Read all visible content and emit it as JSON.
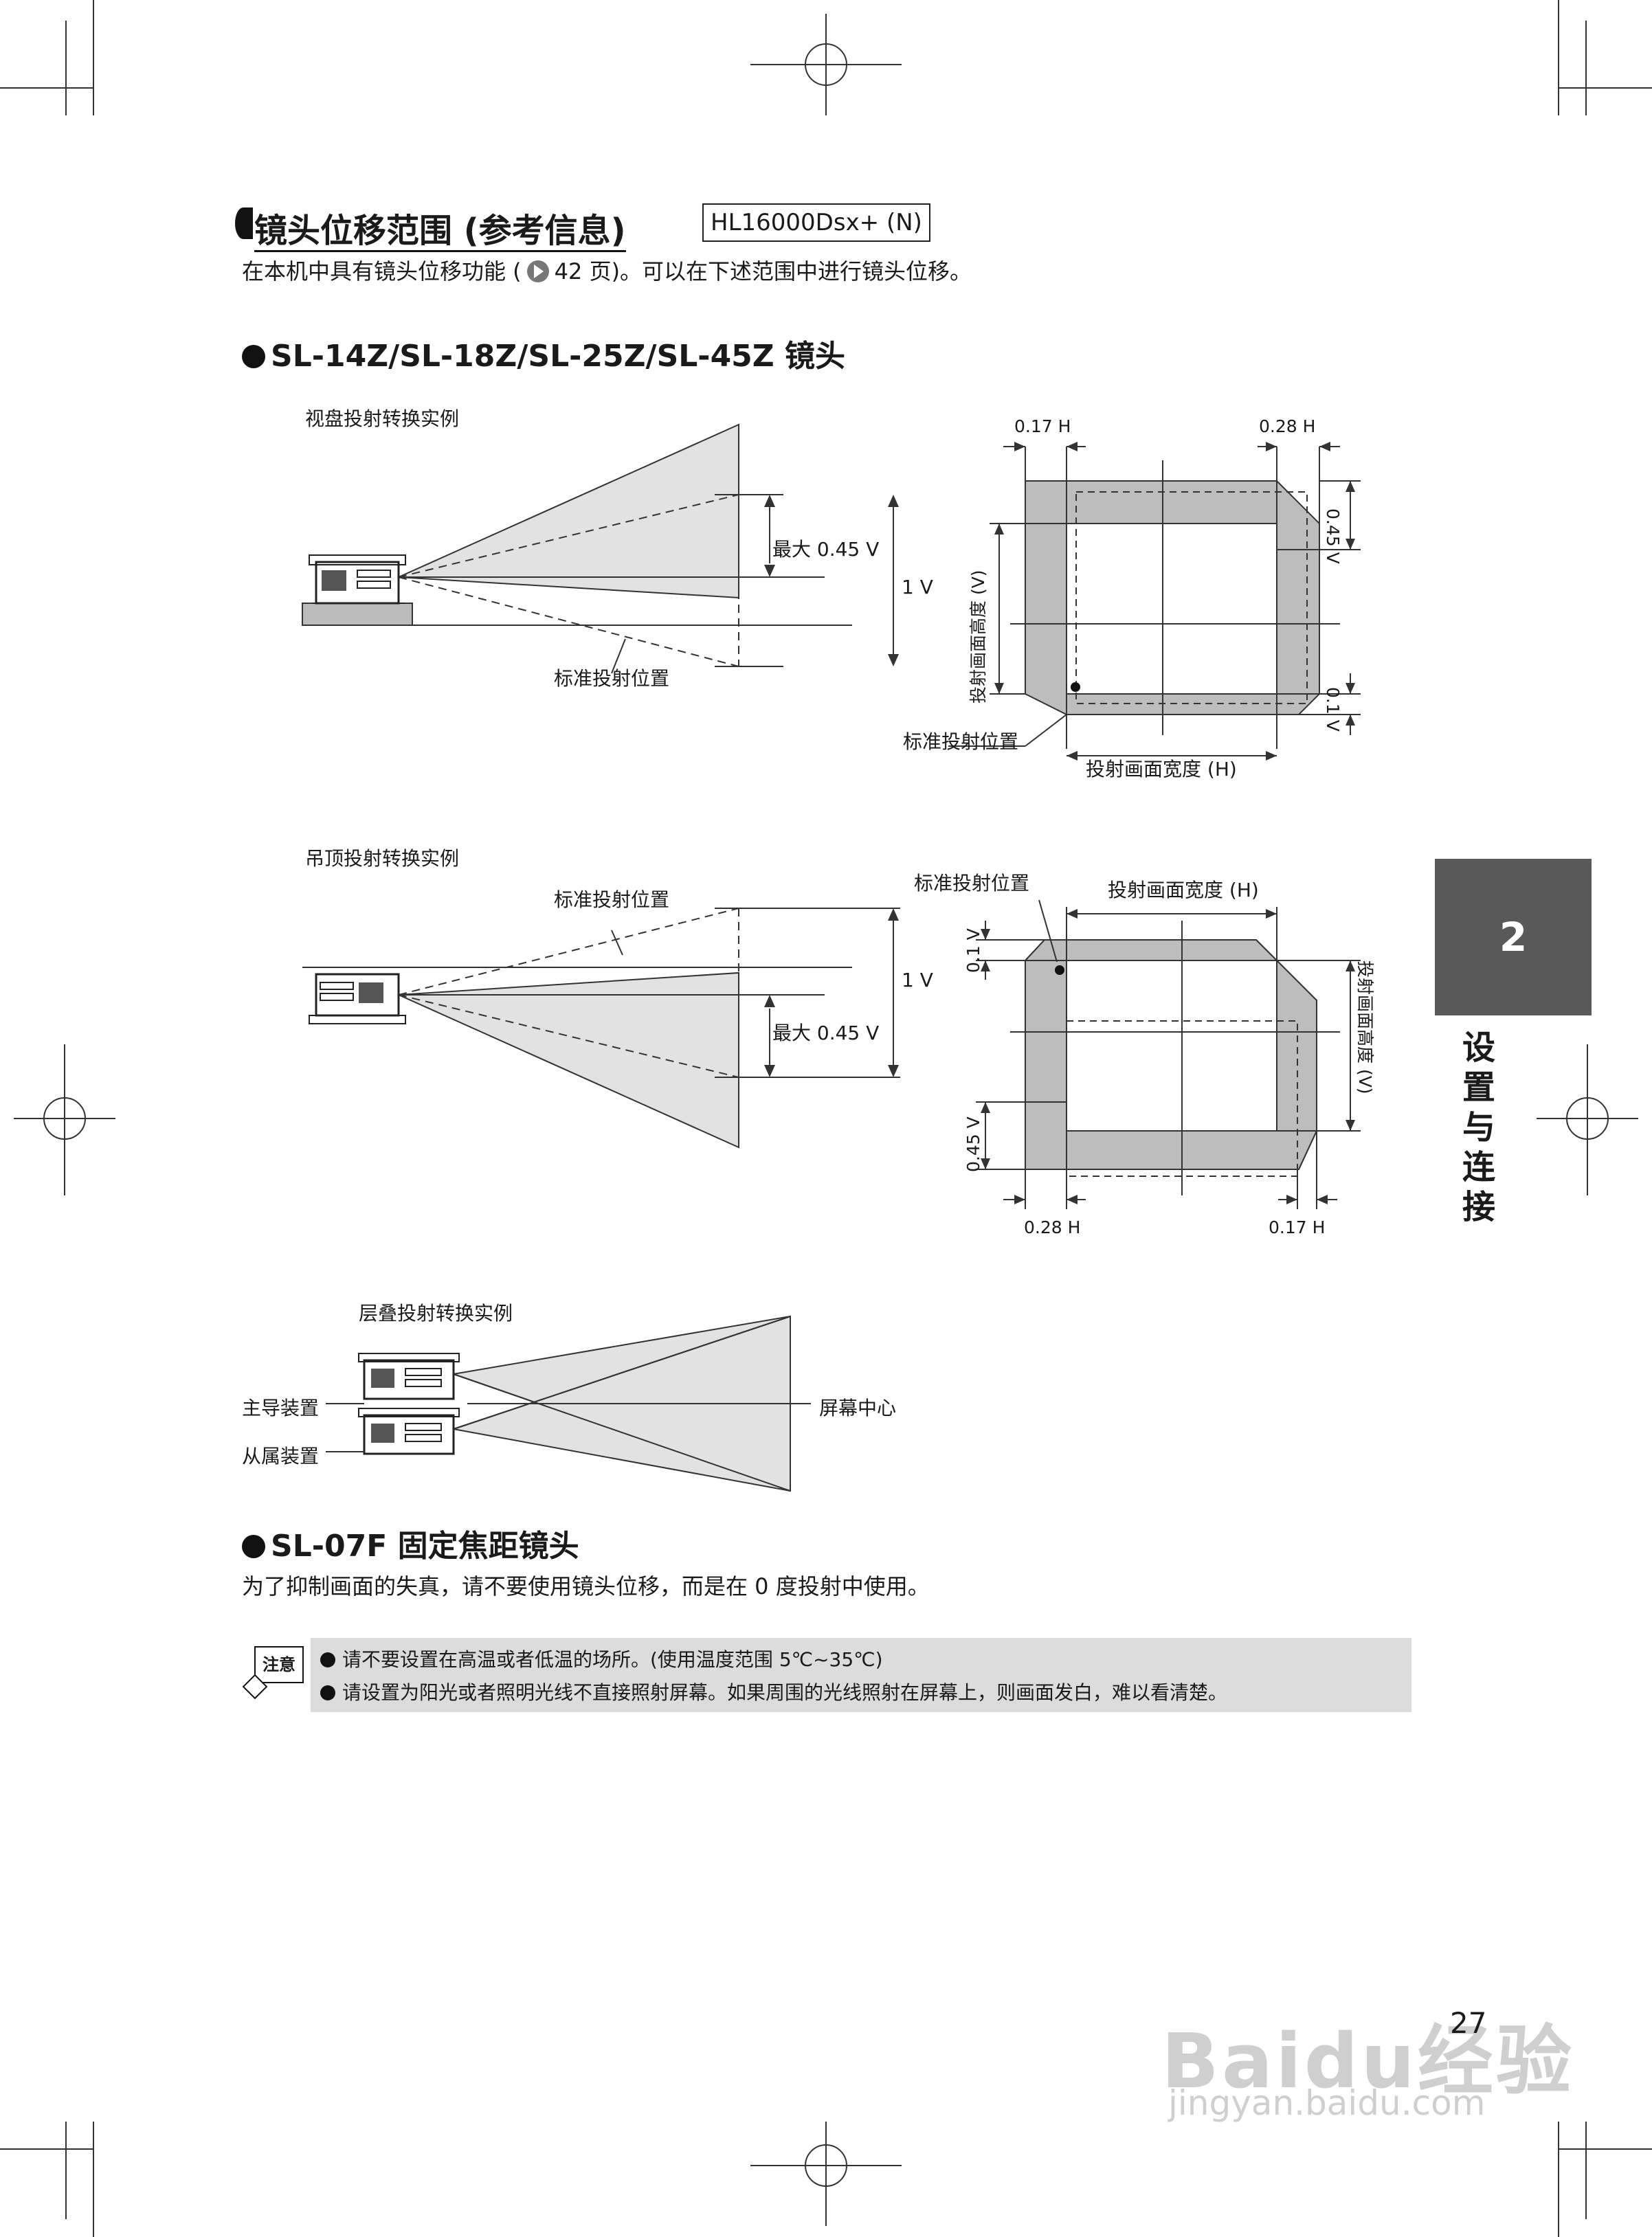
{
  "header": {
    "title": "镜头位移范围 (参考信息)",
    "model_badge": "HL16000Dsx+ (N)",
    "intro_prefix": "在本机中具有镜头位移功能 (",
    "intro_suffix": "42 页)。可以在下述范围中进行镜头位移。"
  },
  "section1": {
    "heading": "SL-14Z/SL-18Z/SL-25Z/SL-45Z 镜头",
    "desk": {
      "title": "视盘投射转换实例",
      "std_label": "标准投射位置",
      "max_label": "最大 0.45 V",
      "one_v": "1 V"
    },
    "desk_screen": {
      "top_left": "0.17 H",
      "top_right": "0.28 H",
      "right_top": "0.45 V",
      "right_bottom": "0.1 V",
      "left_vertical": "投射画面高度 (V)",
      "std_label": "标准投射位置",
      "bottom_width": "投射画面宽度 (H)"
    },
    "ceiling": {
      "title": "吊顶投射转换实例",
      "std_label": "标准投射位置",
      "max_label": "最大 0.45 V",
      "one_v": "1 V"
    },
    "ceiling_screen": {
      "std_label": "标准投射位置",
      "top_width": "投射画面宽度 (H)",
      "left_top": "0.1 V",
      "left_bottom": "0.45 V",
      "right_vertical": "投射画面高度 (V)",
      "bottom_left": "0.28 H",
      "bottom_right": "0.17 H"
    },
    "stack": {
      "title": "层叠投射转换实例",
      "master": "主导装置",
      "slave": "从属装置",
      "center": "屏幕中心"
    }
  },
  "section2": {
    "heading": "SL-07F 固定焦距镜头",
    "text": "为了抑制画面的失真，请不要使用镜头位移，而是在 0 度投射中使用。"
  },
  "note": {
    "icon_label": "注意",
    "lines": [
      "请不要设置在高温或者低温的场所。(使用温度范围 5℃~35℃)",
      "请设置为阳光或者照明光线不直接照射屏幕。如果周围的光线照射在屏幕上，则画面发白，难以看清楚。"
    ]
  },
  "sidebar": {
    "chapter_number": "2",
    "chapter_title": "设置与连接"
  },
  "footer": {
    "page_number": "27",
    "watermark": "Baidu经验",
    "watermark_url": "jingyan.baidu.com"
  }
}
